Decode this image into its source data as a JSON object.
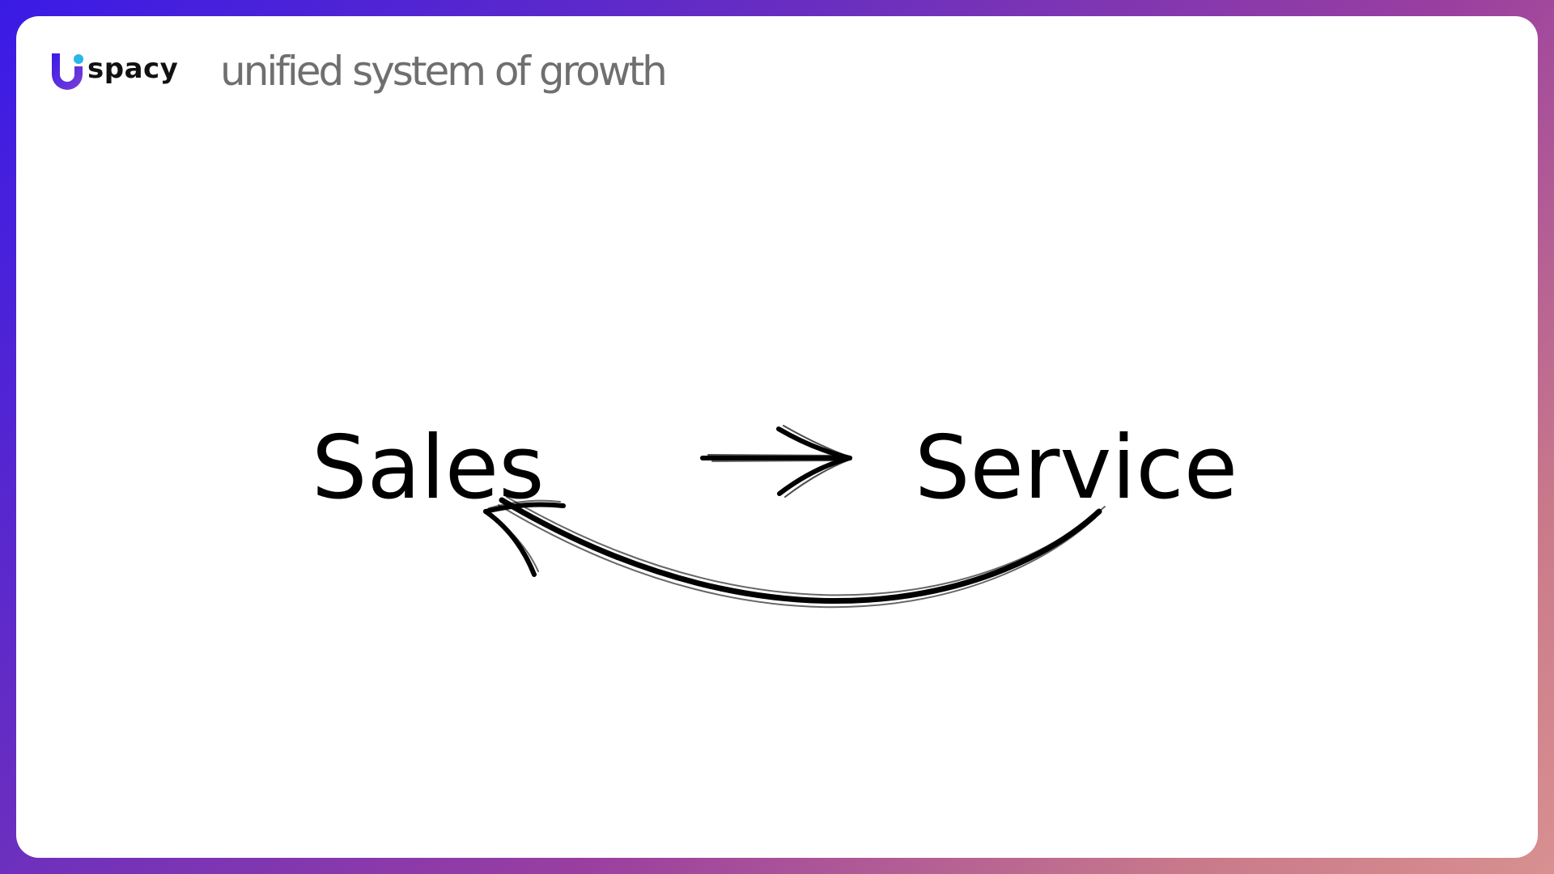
{
  "header": {
    "logo_text": "spacy",
    "tagline": "unified system of growth"
  },
  "step": {
    "title": "Step 2"
  },
  "diagram": {
    "nodes": [
      {
        "id": "sales",
        "label": "Sales"
      },
      {
        "id": "service",
        "label": "Service"
      }
    ],
    "edges": [
      {
        "from": "sales",
        "to": "service",
        "style": "brush-arrow"
      },
      {
        "from": "service",
        "to": "sales",
        "style": "curved-brush-arrow"
      }
    ]
  },
  "colors": {
    "frame_gradient": [
      "#3a1be6",
      "#9a3fa0",
      "#d89090"
    ],
    "title_gradient": [
      "#4a27e0",
      "#8e3db8",
      "#c8768f"
    ],
    "text": "#000000",
    "tagline": "#6f6f6f"
  },
  "icons": {
    "logo": "uspacy-logo-icon"
  }
}
